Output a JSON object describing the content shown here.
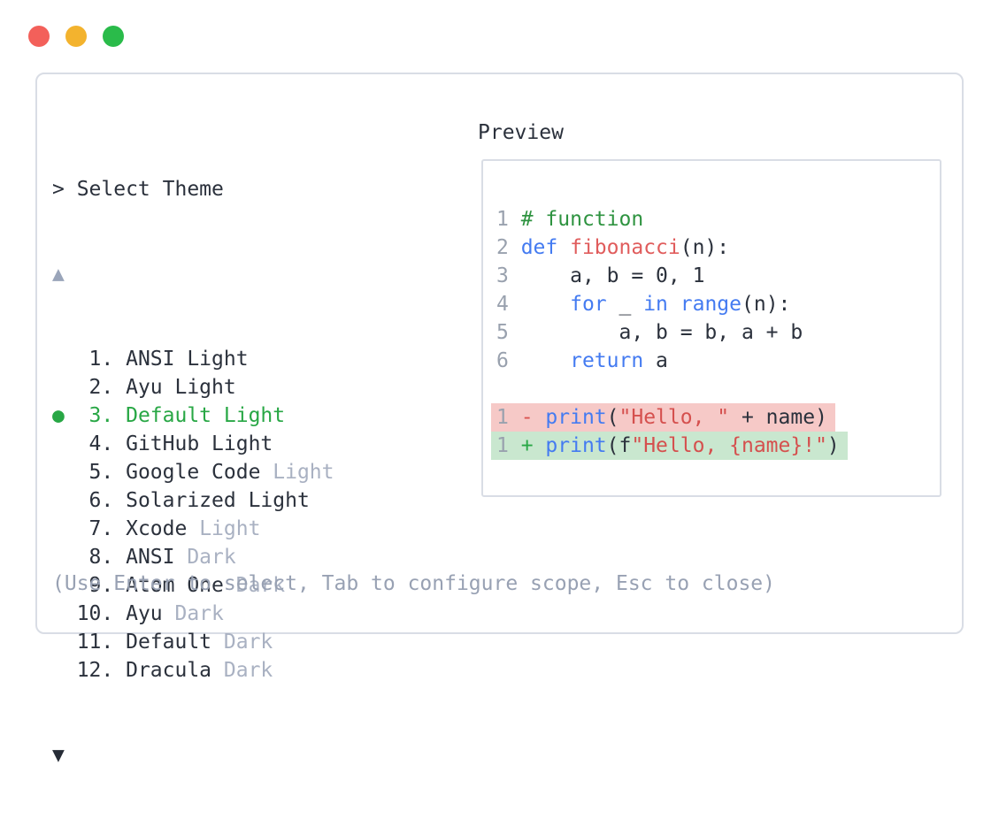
{
  "colors": {
    "text_dark": "#2b313c",
    "text_dim": "#a9b1c2",
    "text_gray": "#98a1b3",
    "arrow_up": "#9aa5ba",
    "arrow_down": "#262c36",
    "green": "#28a745",
    "comment": "#2e9340",
    "keyword": "#447bf1",
    "func_red": "#e05c5c",
    "string_red": "#d5504e",
    "minus": "#d9534f",
    "line_num": "#99a1ae",
    "removed_bg": "#f6c9c7",
    "added_bg": "#c9e7cf",
    "border": "#d9dde5",
    "tl_red": "#f3605a",
    "tl_yellow": "#f3b32e",
    "tl_green": "#2abb4a"
  },
  "window": {
    "traffic_lights": [
      "close",
      "minimize",
      "zoom"
    ]
  },
  "prompt": {
    "text": "> Select Theme"
  },
  "scroll": {
    "up": "▲",
    "down": "▼"
  },
  "theme_list": {
    "selected_bullet": "●",
    "items": [
      {
        "number": "1",
        "name": "ANSI Light",
        "dim_suffix": "",
        "selected": false
      },
      {
        "number": "2",
        "name": "Ayu Light",
        "dim_suffix": "",
        "selected": false
      },
      {
        "number": "3",
        "name": "Default Light",
        "dim_suffix": "",
        "selected": true
      },
      {
        "number": "4",
        "name": "GitHub Light",
        "dim_suffix": "",
        "selected": false
      },
      {
        "number": "5",
        "name": "Google Code",
        "dim_suffix": "Light",
        "selected": false
      },
      {
        "number": "6",
        "name": "Solarized Light",
        "dim_suffix": "",
        "selected": false
      },
      {
        "number": "7",
        "name": "Xcode",
        "dim_suffix": "Light",
        "selected": false
      },
      {
        "number": "8",
        "name": "ANSI",
        "dim_suffix": "Dark",
        "selected": false
      },
      {
        "number": "9",
        "name": "Atom One",
        "dim_suffix": "Dark",
        "selected": false
      },
      {
        "number": "10",
        "name": "Ayu",
        "dim_suffix": "Dark",
        "selected": false
      },
      {
        "number": "11",
        "name": "Default",
        "dim_suffix": "Dark",
        "selected": false
      },
      {
        "number": "12",
        "name": "Dracula",
        "dim_suffix": "Dark",
        "selected": false
      }
    ]
  },
  "preview": {
    "label": "Preview",
    "code_lines": [
      {
        "num": "1",
        "diff": null,
        "tokens": [
          {
            "text": "# function",
            "type": "comment"
          }
        ]
      },
      {
        "num": "2",
        "diff": null,
        "tokens": [
          {
            "text": "def",
            "type": "keyword"
          },
          {
            "text": " ",
            "type": "plain"
          },
          {
            "text": "fibonacci",
            "type": "func"
          },
          {
            "text": "(n):",
            "type": "plain"
          }
        ]
      },
      {
        "num": "3",
        "diff": null,
        "tokens": [
          {
            "text": "    a, b = 0, 1",
            "type": "plain"
          }
        ]
      },
      {
        "num": "4",
        "diff": null,
        "tokens": [
          {
            "text": "    ",
            "type": "plain"
          },
          {
            "text": "for",
            "type": "keyword"
          },
          {
            "text": " _ ",
            "type": "plain"
          },
          {
            "text": "in",
            "type": "keyword"
          },
          {
            "text": " ",
            "type": "plain"
          },
          {
            "text": "range",
            "type": "keyword"
          },
          {
            "text": "(n):",
            "type": "plain"
          }
        ]
      },
      {
        "num": "5",
        "diff": null,
        "tokens": [
          {
            "text": "        a, b = b, a + b",
            "type": "plain"
          }
        ]
      },
      {
        "num": "6",
        "diff": null,
        "tokens": [
          {
            "text": "    ",
            "type": "plain"
          },
          {
            "text": "return",
            "type": "keyword"
          },
          {
            "text": " a",
            "type": "plain"
          }
        ]
      },
      {
        "num": "",
        "diff": null,
        "tokens": []
      },
      {
        "num": "1",
        "diff": "removed",
        "tokens": [
          {
            "text": "- ",
            "type": "sign-removed"
          },
          {
            "text": "print",
            "type": "keyword"
          },
          {
            "text": "(",
            "type": "plain"
          },
          {
            "text": "\"Hello, \"",
            "type": "string"
          },
          {
            "text": " + name)",
            "type": "plain"
          }
        ]
      },
      {
        "num": "1",
        "diff": "added",
        "tokens": [
          {
            "text": "+ ",
            "type": "sign-added"
          },
          {
            "text": "print",
            "type": "keyword"
          },
          {
            "text": "(f",
            "type": "plain"
          },
          {
            "text": "\"Hello, {name}!\"",
            "type": "string"
          },
          {
            "text": ")",
            "type": "plain"
          }
        ]
      }
    ]
  },
  "footer": {
    "hint": "(Use Enter to select, Tab to configure scope, Esc to close)"
  }
}
